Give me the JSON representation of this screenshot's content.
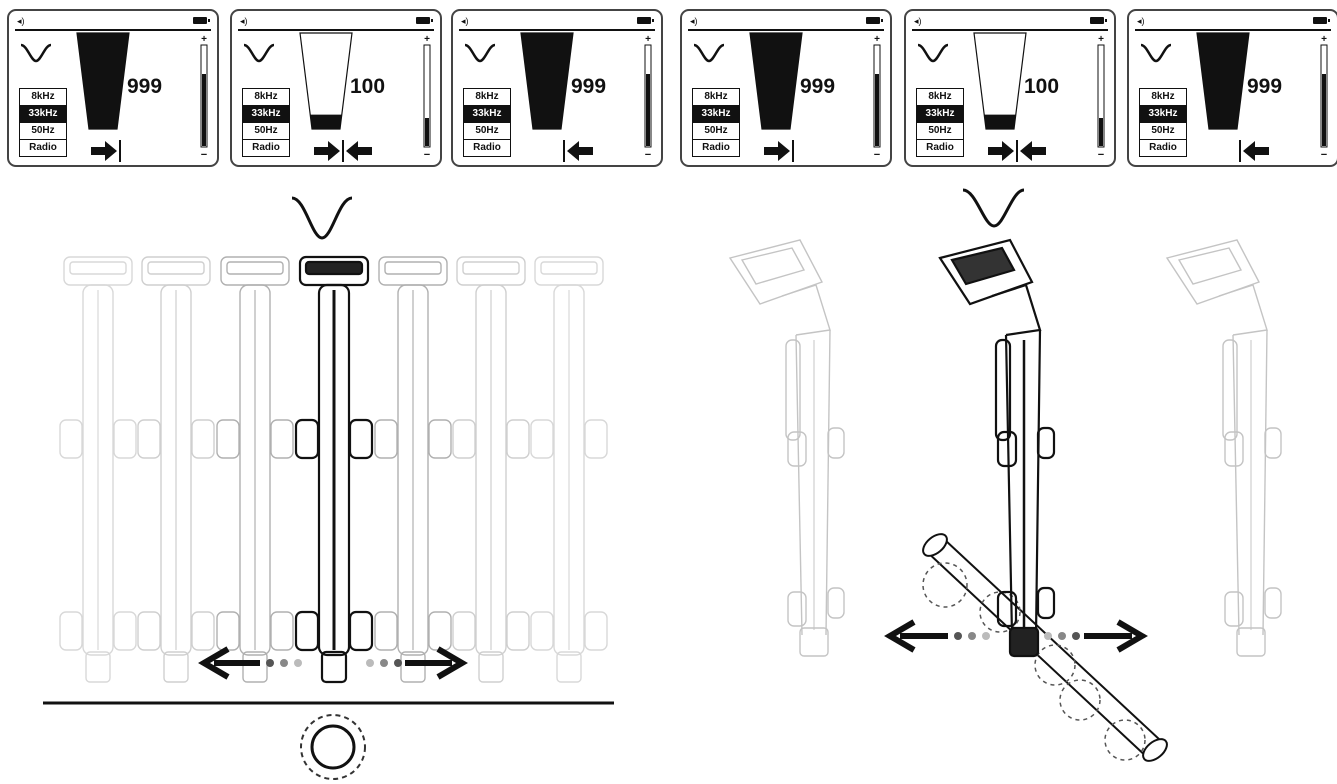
{
  "colors": {
    "ink": "#111111",
    "faded": "#bbbbbb",
    "dot": "#888888"
  },
  "icons": {
    "speaker": "speaker-icon",
    "battery": "battery-icon",
    "peak_mode": "peak-mode-icon",
    "signal_meter": "signal-meter-icon",
    "guidance_arrow": "guidance-arrow-icon",
    "locator": "locator-device-icon",
    "pipe": "pipe-icon",
    "cable_section": "cable-cross-section-icon"
  },
  "screens": [
    {
      "frequencies": [
        "8kHz",
        "33kHz",
        "50Hz",
        "Radio"
      ],
      "selected": 1,
      "reading": "999",
      "meter_fill": 1.0,
      "level": 0.72,
      "guidance": "right"
    },
    {
      "frequencies": [
        "8kHz",
        "33kHz",
        "50Hz",
        "Radio"
      ],
      "selected": 1,
      "reading": "100",
      "meter_fill": 0.15,
      "level": 0.28,
      "guidance": "both"
    },
    {
      "frequencies": [
        "8kHz",
        "33kHz",
        "50Hz",
        "Radio"
      ],
      "selected": 1,
      "reading": "999",
      "meter_fill": 1.0,
      "level": 0.72,
      "guidance": "left"
    },
    {
      "frequencies": [
        "8kHz",
        "33kHz",
        "50Hz",
        "Radio"
      ],
      "selected": 1,
      "reading": "999",
      "meter_fill": 1.0,
      "level": 0.72,
      "guidance": "right"
    },
    {
      "frequencies": [
        "8kHz",
        "33kHz",
        "50Hz",
        "Radio"
      ],
      "selected": 1,
      "reading": "100",
      "meter_fill": 0.15,
      "level": 0.28,
      "guidance": "both"
    },
    {
      "frequencies": [
        "8kHz",
        "33kHz",
        "50Hz",
        "Radio"
      ],
      "selected": 1,
      "reading": "999",
      "meter_fill": 1.0,
      "level": 0.72,
      "guidance": "left"
    }
  ],
  "level_scale": {
    "max_symbol": "+",
    "min_symbol": "−"
  },
  "speaker_glyph": "◂)",
  "left_scene": {
    "locator_count": 7,
    "active_index": 3,
    "view": "front"
  },
  "right_scene": {
    "locator_count": 3,
    "active_index": 1,
    "view": "perspective"
  }
}
